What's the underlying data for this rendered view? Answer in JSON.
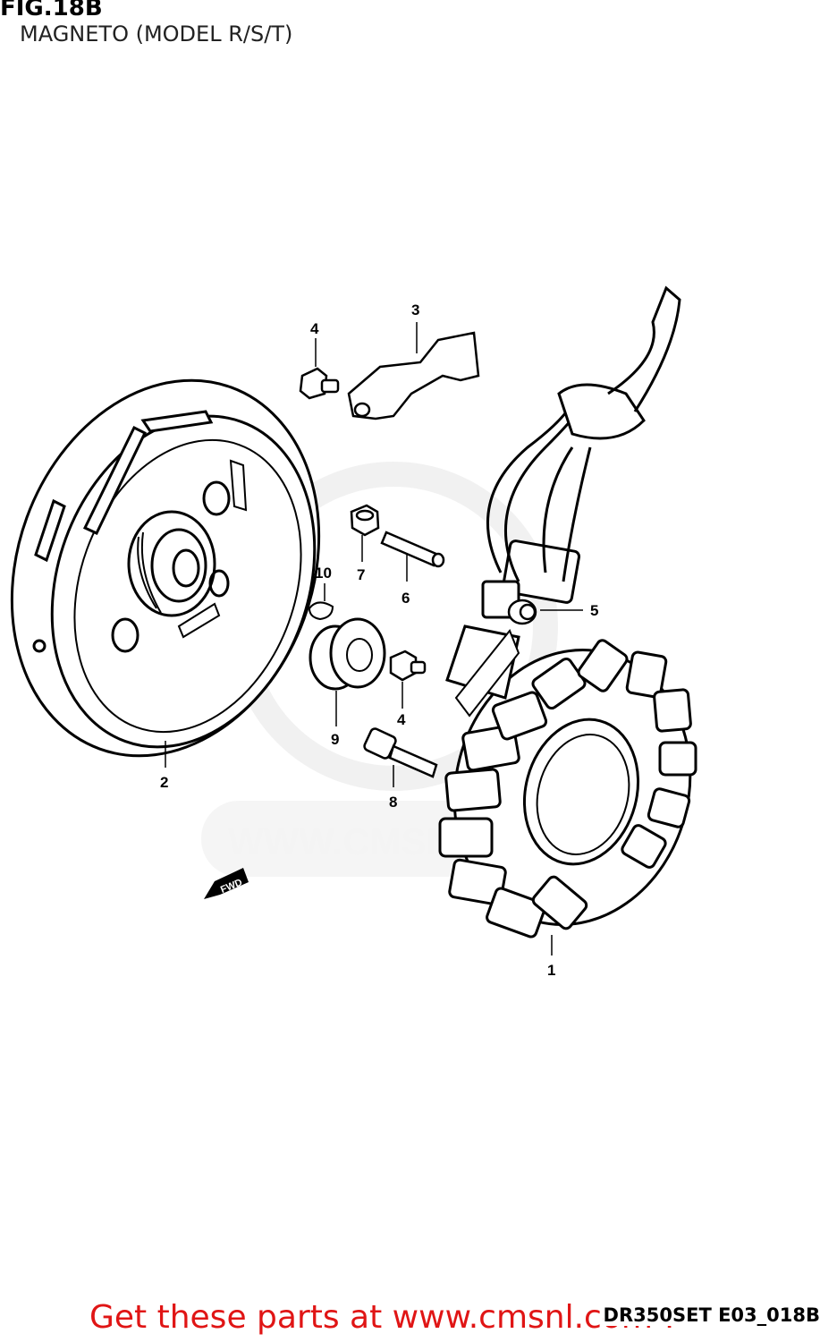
{
  "figure": {
    "id": "FIG.18B",
    "title": "MAGNETO (MODEL R/S/T)"
  },
  "callouts": [
    {
      "id": "1",
      "part": "stator"
    },
    {
      "id": "2",
      "part": "rotor"
    },
    {
      "id": "3",
      "part": "bracket"
    },
    {
      "id": "4",
      "part": "nut-upper"
    },
    {
      "id": "4",
      "part": "nut-lower"
    },
    {
      "id": "5",
      "part": "grommet"
    },
    {
      "id": "6",
      "part": "stud"
    },
    {
      "id": "7",
      "part": "nut"
    },
    {
      "id": "8",
      "part": "bolt"
    },
    {
      "id": "9",
      "part": "gear"
    },
    {
      "id": "10",
      "part": "key"
    }
  ],
  "watermark": "WWW.CMSN",
  "fwd_label": "FWD",
  "footer": {
    "cta": "Get these parts at www.cmsnl.com !",
    "drawing_code": "DR350SET E03_018B"
  }
}
